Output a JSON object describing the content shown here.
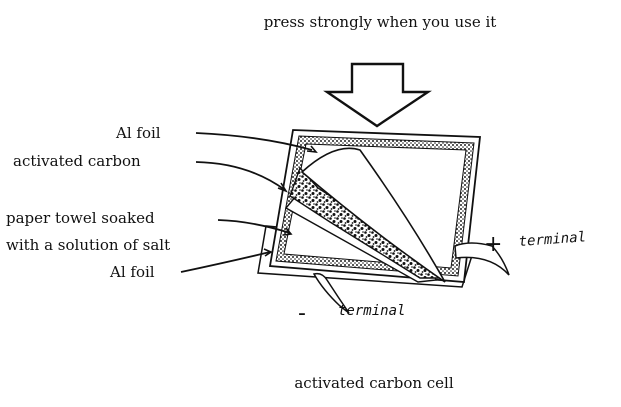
{
  "diagram": {
    "instruction": "press strongly  when you use it",
    "caption": "activated  carbon cell",
    "labels": {
      "al_foil_top": "Al foil",
      "activated_carbon": "activated  carbon",
      "paper_towel_line1": "paper towel soaked",
      "paper_towel_line2": "with a solution  of salt",
      "al_foil_bottom": "Al foil"
    },
    "terminals": {
      "positive_sign": "+",
      "positive_label": "terminal",
      "negative_sign": "-",
      "negative_label": "terminal"
    }
  }
}
